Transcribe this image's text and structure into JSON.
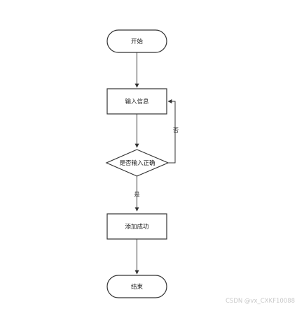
{
  "nodes": {
    "start": "开始",
    "input": "输入信息",
    "decision": "是否输入正确",
    "success": "添加成功",
    "end": "结束"
  },
  "edges": {
    "no": "否",
    "yes": "是"
  },
  "watermark": "CSDN @vx_CXKF10088"
}
